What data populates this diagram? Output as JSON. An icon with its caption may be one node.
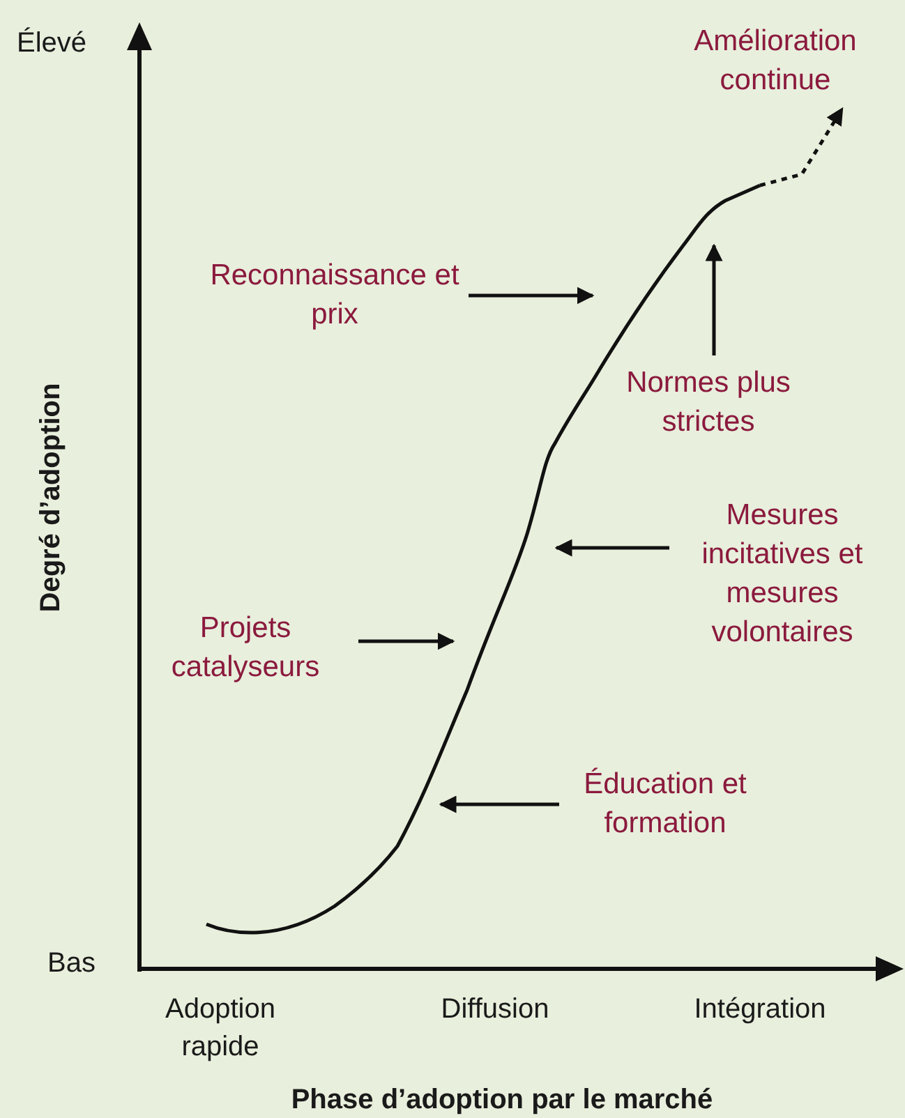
{
  "diagram": {
    "nodes": [
      {
        "text": [
          "Amélioration continue"
        ]
      },
      {
        "text": [
          "Reconnaissance et prix"
        ]
      },
      {
        "text": [
          "Normes plus strictes"
        ]
      },
      {
        "text": [
          "Mesures incitatives et mesures volontaires"
        ]
      },
      {
        "text": [
          "Projets catalyseurs"
        ]
      },
      {
        "text": [
          "Éducation et formation"
        ]
      }
    ],
    "edges": [
      {
        "from": null,
        "to": 0,
        "arrow": "to",
        "style": "dashed"
      },
      {
        "from": 1,
        "to": null,
        "arrow": "to"
      },
      {
        "from": 2,
        "to": null,
        "arrow": "to"
      },
      {
        "from": 3,
        "to": null,
        "arrow": "to"
      },
      {
        "from": 4,
        "to": null,
        "arrow": "to"
      },
      {
        "from": 5,
        "to": null,
        "arrow": "to"
      }
    ],
    "labels": [
      "Élevé",
      "Degré d’adoption",
      "Bas",
      "Adoption rapide",
      "Diffusion",
      "Intégration",
      "Phase d’adoption par le marché"
    ]
  }
}
